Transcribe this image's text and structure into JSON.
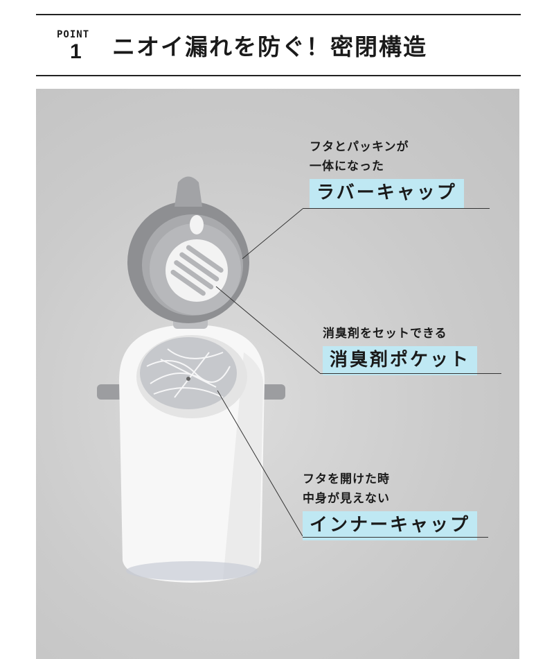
{
  "header": {
    "point_word": "POINT",
    "point_num": "1",
    "headline": "ニオイ漏れを防ぐ！密閉構造"
  },
  "callouts": {
    "rubber_cap": {
      "line1": "フタとパッキンが",
      "line2": "一体になった",
      "label": "ラバーキャップ"
    },
    "deodorant_pocket": {
      "line1": "消臭剤をセットできる",
      "label": "消臭剤ポケット"
    },
    "inner_cap": {
      "line1": "フタを開けた時",
      "line2": "中身が見えない",
      "label": "インナーキャップ"
    }
  },
  "colors": {
    "highlight": "#bfe8f3",
    "lid_gray": "#8e8f92",
    "body_white": "#f7f7f7"
  }
}
